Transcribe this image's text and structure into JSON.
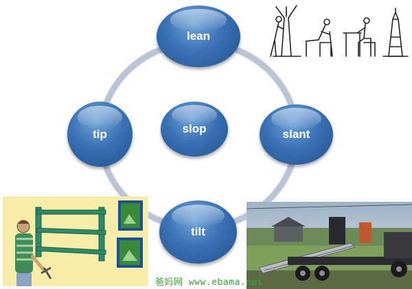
{
  "diagram": {
    "center": "slop",
    "nodes": {
      "top": "lean",
      "left": "tip",
      "right": "slant",
      "bottom": "tilt"
    }
  },
  "watermark": "爸妈网 www.ebama.net",
  "colors": {
    "bubble": "#3b72b5",
    "ring": "#b9c4d4",
    "shelf_background": "#f6eea8",
    "shelf": "#2f8a6a"
  }
}
